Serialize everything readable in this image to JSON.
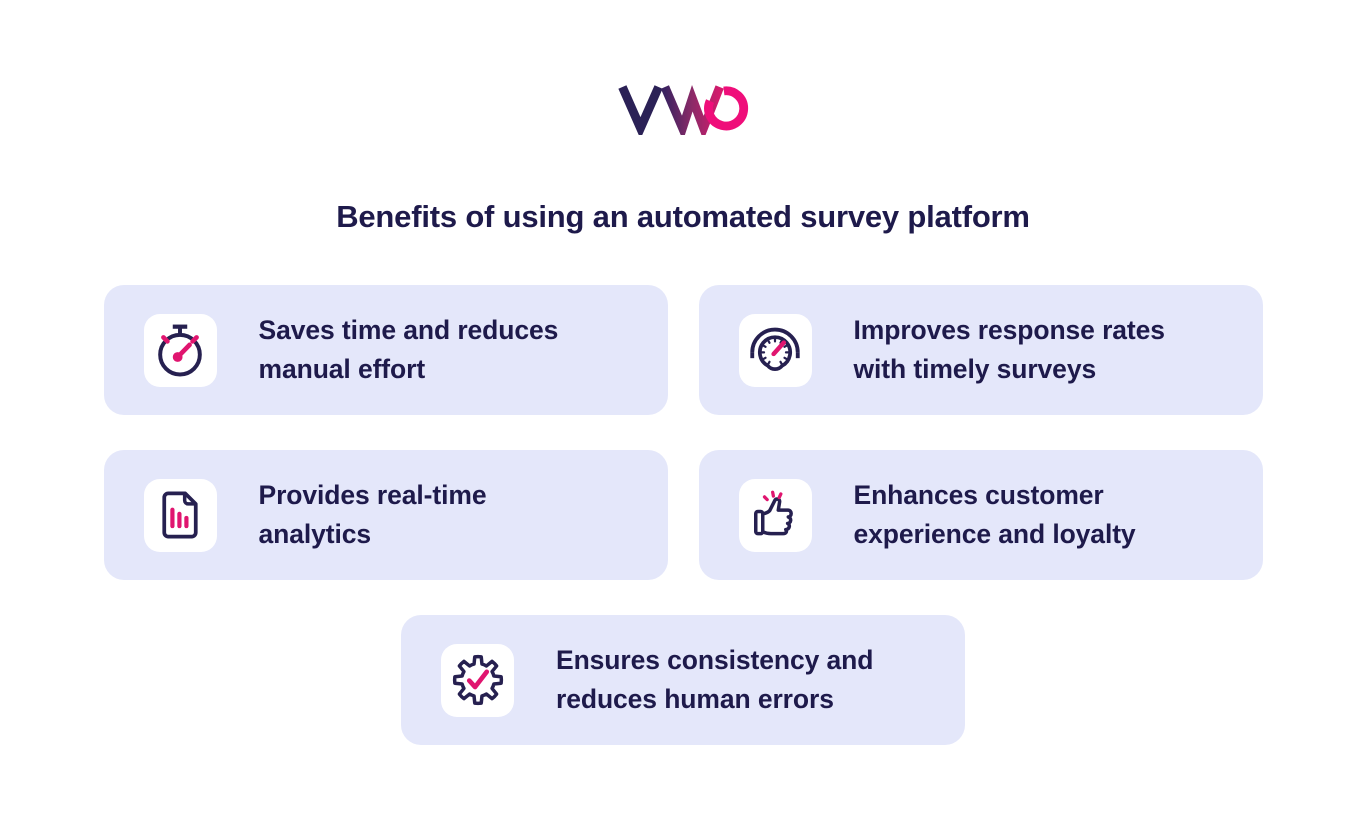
{
  "logo": {
    "text": "VWO"
  },
  "title": "Benefits of using an automated survey platform",
  "cards": [
    {
      "icon": "stopwatch-icon",
      "lines": [
        "Saves time and reduces",
        "manual effort"
      ]
    },
    {
      "icon": "gauge-icon",
      "lines": [
        "Improves response rates",
        "with timely surveys"
      ]
    },
    {
      "icon": "document-chart-icon",
      "lines": [
        "Provides real-time",
        "analytics"
      ]
    },
    {
      "icon": "thumbs-up-icon",
      "lines": [
        "Enhances customer",
        "experience and loyalty"
      ]
    },
    {
      "icon": "gear-check-icon",
      "lines": [
        "Ensures consistency and",
        "reduces human errors"
      ]
    }
  ],
  "colors": {
    "text_navy": "#1e1a4b",
    "icon_navy": "#262050",
    "accent_pink": "#e0156f",
    "card_background": "#e4e7fa",
    "icon_box_background": "#ffffff",
    "logo_indigo": "#2b2156",
    "logo_gradient_start": "#3a2260",
    "logo_gradient_mid": "#8c2a68",
    "logo_gradient_end": "#d41a6c",
    "logo_pink": "#ef0e7a",
    "page_background": "#ffffff"
  }
}
